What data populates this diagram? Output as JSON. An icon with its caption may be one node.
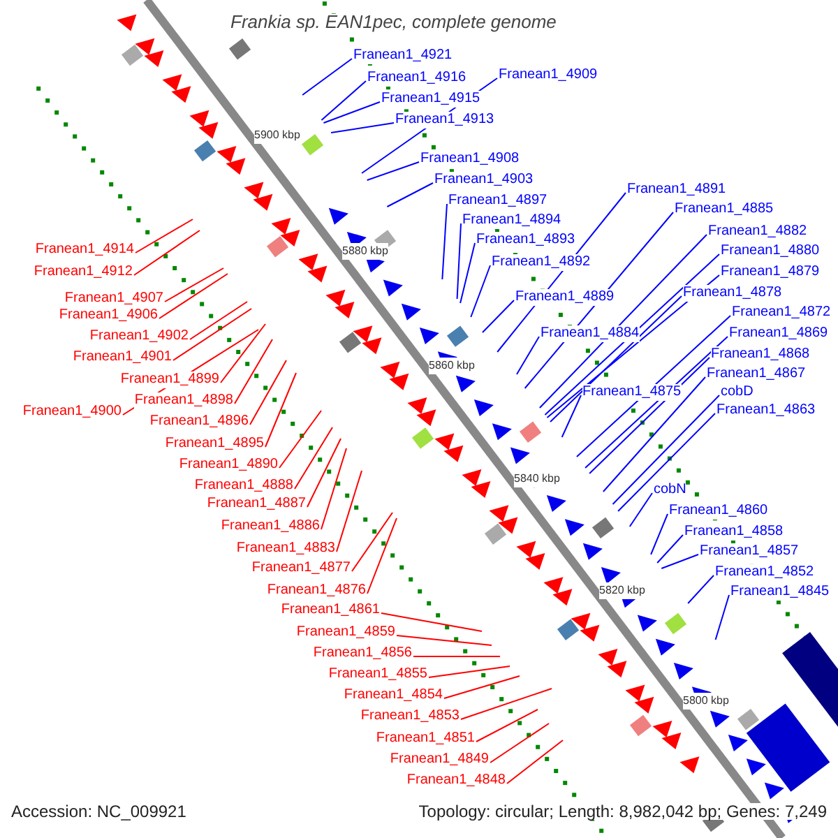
{
  "diagram": {
    "title": "Frankia sp. EAN1pec, complete genome",
    "nodes": [
      {
        "text": [
          "Franean1_4921"
        ]
      },
      {
        "text": [
          "Franean1_4916"
        ]
      },
      {
        "text": [
          "Franean1_4909"
        ]
      },
      {
        "text": [
          "Franean1_4915"
        ]
      },
      {
        "text": [
          "Franean1_4913"
        ]
      },
      {
        "text": [
          "Franean1_4908"
        ]
      },
      {
        "text": [
          "Franean1_4903"
        ]
      },
      {
        "text": [
          "Franean1_4897"
        ]
      },
      {
        "text": [
          "Franean1_4891"
        ]
      },
      {
        "text": [
          "Franean1_4894"
        ]
      },
      {
        "text": [
          "Franean1_4885"
        ]
      },
      {
        "text": [
          "Franean1_4893"
        ]
      },
      {
        "text": [
          "Franean1_4882"
        ]
      },
      {
        "text": [
          "Franean1_4892"
        ]
      },
      {
        "text": [
          "Franean1_4880"
        ]
      },
      {
        "text": [
          "Franean1_4879"
        ]
      },
      {
        "text": [
          "Franean1_4889"
        ]
      },
      {
        "text": [
          "Franean1_4878"
        ]
      },
      {
        "text": [
          "Franean1_4872"
        ]
      },
      {
        "text": [
          "Franean1_4884"
        ]
      },
      {
        "text": [
          "Franean1_4869"
        ]
      },
      {
        "text": [
          "Franean1_4868"
        ]
      },
      {
        "text": [
          "Franean1_4875"
        ]
      },
      {
        "text": [
          "Franean1_4867"
        ]
      },
      {
        "text": [
          "cobD"
        ]
      },
      {
        "text": [
          "Franean1_4863"
        ]
      },
      {
        "text": [
          "cobN"
        ]
      },
      {
        "text": [
          "Franean1_4860"
        ]
      },
      {
        "text": [
          "Franean1_4858"
        ]
      },
      {
        "text": [
          "Franean1_4857"
        ]
      },
      {
        "text": [
          "Franean1_4852"
        ]
      },
      {
        "text": [
          "Franean1_4845"
        ]
      },
      {
        "text": [
          "Franean1_4914"
        ]
      },
      {
        "text": [
          "Franean1_4912"
        ]
      },
      {
        "text": [
          "Franean1_4907"
        ]
      },
      {
        "text": [
          "Franean1_4906"
        ]
      },
      {
        "text": [
          "Franean1_4902"
        ]
      },
      {
        "text": [
          "Franean1_4901"
        ]
      },
      {
        "text": [
          "Franean1_4899"
        ]
      },
      {
        "text": [
          "Franean1_4898"
        ]
      },
      {
        "text": [
          "Franean1_4900"
        ]
      },
      {
        "text": [
          "Franean1_4896"
        ]
      },
      {
        "text": [
          "Franean1_4895"
        ]
      },
      {
        "text": [
          "Franean1_4890"
        ]
      },
      {
        "text": [
          "Franean1_4888"
        ]
      },
      {
        "text": [
          "Franean1_4887"
        ]
      },
      {
        "text": [
          "Franean1_4886"
        ]
      },
      {
        "text": [
          "Franean1_4883"
        ]
      },
      {
        "text": [
          "Franean1_4877"
        ]
      },
      {
        "text": [
          "Franean1_4876"
        ]
      },
      {
        "text": [
          "Franean1_4861"
        ]
      },
      {
        "text": [
          "Franean1_4859"
        ]
      },
      {
        "text": [
          "Franean1_4856"
        ]
      },
      {
        "text": [
          "Franean1_4855"
        ]
      },
      {
        "text": [
          "Franean1_4854"
        ]
      },
      {
        "text": [
          "Franean1_4853"
        ]
      },
      {
        "text": [
          "Franean1_4851"
        ]
      },
      {
        "text": [
          "Franean1_4849"
        ]
      },
      {
        "text": [
          "Franean1_4848"
        ]
      }
    ],
    "edges": [
      {
        "from": 0,
        "to": null,
        "arrow": "none"
      },
      {
        "from": 1,
        "to": null,
        "arrow": "none"
      },
      {
        "from": 2,
        "to": null,
        "arrow": "none"
      },
      {
        "from": 3,
        "to": null,
        "arrow": "none"
      },
      {
        "from": 4,
        "to": null,
        "arrow": "none"
      },
      {
        "from": 5,
        "to": null,
        "arrow": "none"
      },
      {
        "from": 6,
        "to": null,
        "arrow": "none"
      },
      {
        "from": 7,
        "to": null,
        "arrow": "none"
      },
      {
        "from": 8,
        "to": null,
        "arrow": "none"
      },
      {
        "from": 9,
        "to": null,
        "arrow": "none"
      },
      {
        "from": 10,
        "to": null,
        "arrow": "none"
      },
      {
        "from": 11,
        "to": null,
        "arrow": "none"
      },
      {
        "from": 12,
        "to": null,
        "arrow": "none"
      },
      {
        "from": 13,
        "to": null,
        "arrow": "none"
      },
      {
        "from": 14,
        "to": null,
        "arrow": "none"
      },
      {
        "from": 15,
        "to": null,
        "arrow": "none"
      },
      {
        "from": 16,
        "to": null,
        "arrow": "none"
      },
      {
        "from": 17,
        "to": null,
        "arrow": "none"
      },
      {
        "from": 18,
        "to": null,
        "arrow": "none"
      },
      {
        "from": 19,
        "to": null,
        "arrow": "none"
      },
      {
        "from": 20,
        "to": null,
        "arrow": "none"
      },
      {
        "from": 21,
        "to": null,
        "arrow": "none"
      },
      {
        "from": 22,
        "to": null,
        "arrow": "none"
      },
      {
        "from": 23,
        "to": null,
        "arrow": "none"
      },
      {
        "from": 24,
        "to": null,
        "arrow": "none"
      },
      {
        "from": 25,
        "to": null,
        "arrow": "none"
      },
      {
        "from": 26,
        "to": null,
        "arrow": "none"
      },
      {
        "from": 27,
        "to": null,
        "arrow": "none"
      },
      {
        "from": 28,
        "to": null,
        "arrow": "none"
      },
      {
        "from": 29,
        "to": null,
        "arrow": "none"
      },
      {
        "from": 30,
        "to": null,
        "arrow": "none"
      },
      {
        "from": 31,
        "to": null,
        "arrow": "none"
      },
      {
        "from": 32,
        "to": null,
        "arrow": "none",
        "color": "#ff0000"
      },
      {
        "from": 33,
        "to": null,
        "arrow": "none",
        "color": "#ff0000"
      },
      {
        "from": 34,
        "to": null,
        "arrow": "none",
        "color": "#ff0000"
      },
      {
        "from": 35,
        "to": null,
        "arrow": "none",
        "color": "#ff0000"
      },
      {
        "from": 36,
        "to": null,
        "arrow": "none",
        "color": "#ff0000"
      },
      {
        "from": 37,
        "to": null,
        "arrow": "none",
        "color": "#ff0000"
      },
      {
        "from": 38,
        "to": null,
        "arrow": "none",
        "color": "#ff0000"
      },
      {
        "from": 39,
        "to": null,
        "arrow": "none",
        "color": "#ff0000"
      },
      {
        "from": 40,
        "to": null,
        "arrow": "none",
        "color": "#ff0000"
      },
      {
        "from": 41,
        "to": null,
        "arrow": "none",
        "color": "#ff0000"
      },
      {
        "from": 42,
        "to": null,
        "arrow": "none",
        "color": "#ff0000"
      },
      {
        "from": 43,
        "to": null,
        "arrow": "none",
        "color": "#ff0000"
      },
      {
        "from": 44,
        "to": null,
        "arrow": "none",
        "color": "#ff0000"
      },
      {
        "from": 45,
        "to": null,
        "arrow": "none",
        "color": "#ff0000"
      },
      {
        "from": 46,
        "to": null,
        "arrow": "none",
        "color": "#ff0000"
      },
      {
        "from": 47,
        "to": null,
        "arrow": "none",
        "color": "#ff0000"
      },
      {
        "from": 48,
        "to": null,
        "arrow": "none",
        "color": "#ff0000"
      },
      {
        "from": 49,
        "to": null,
        "arrow": "none",
        "color": "#ff0000"
      },
      {
        "from": 50,
        "to": null,
        "arrow": "none",
        "color": "#ff0000"
      },
      {
        "from": 51,
        "to": null,
        "arrow": "none",
        "color": "#ff0000"
      },
      {
        "from": 52,
        "to": null,
        "arrow": "none",
        "color": "#ff0000"
      },
      {
        "from": 53,
        "to": null,
        "arrow": "none",
        "color": "#ff0000"
      },
      {
        "from": 54,
        "to": null,
        "arrow": "none",
        "color": "#ff0000"
      },
      {
        "from": 55,
        "to": null,
        "arrow": "none",
        "color": "#ff0000"
      },
      {
        "from": 56,
        "to": null,
        "arrow": "none",
        "color": "#ff0000"
      },
      {
        "from": 57,
        "to": null,
        "arrow": "none",
        "color": "#ff0000"
      },
      {
        "from": 58,
        "to": null,
        "arrow": "none",
        "color": "#ff0000"
      }
    ],
    "labels": [
      "5900 kbp",
      "5880 kbp",
      "5860 kbp",
      "5840 kbp",
      "5820 kbp",
      "5800 kbp",
      "Accession: NC_009921",
      "Topology: circular; Length: 8,982,042 bp; Genes: 7,249"
    ]
  }
}
